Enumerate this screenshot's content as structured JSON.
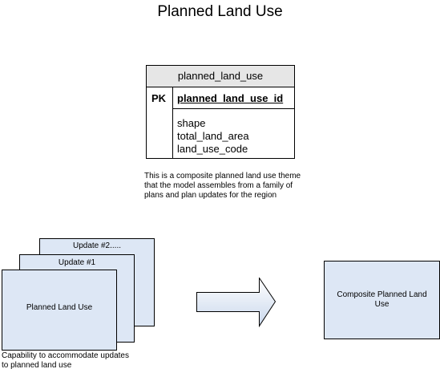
{
  "title": "Planned Land Use",
  "entity": {
    "name": "planned_land_use",
    "pk_label": "PK",
    "pk_field": "planned_land_use_id",
    "attributes": [
      "shape",
      "total_land_area",
      "land_use_code"
    ]
  },
  "note": "This is a composite planned land use theme that the model assembles from a family of plans and plan updates for the region",
  "documents": {
    "back": "Update #2.....",
    "middle": "Update #1",
    "front": "Planned Land Use"
  },
  "caption": "Capability to accommodate updates to planned land use",
  "composite": "Composite Planned Land Use"
}
